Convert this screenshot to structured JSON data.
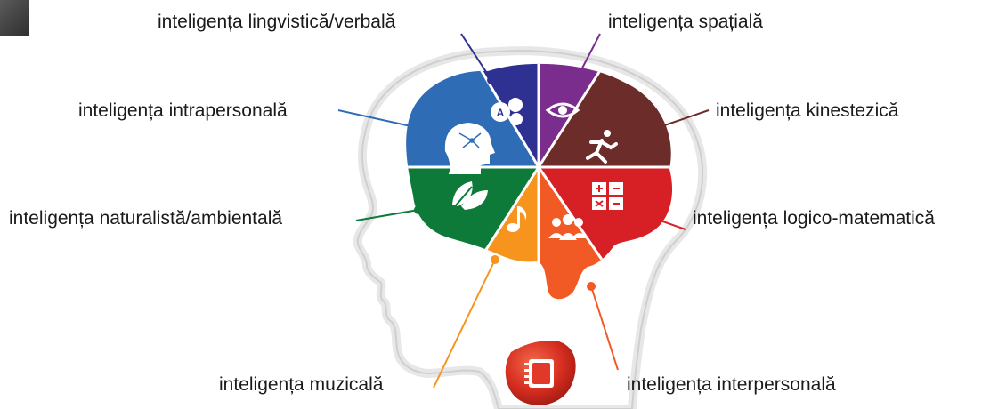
{
  "labels": {
    "lingvistica": "inteligența lingvistică/verbală",
    "spatiala": "inteligența spațială",
    "intrapersonala": "inteligența intrapersonală",
    "kinestezica": "inteligența kinestezică",
    "naturalista": "inteligența naturalistă/ambientală",
    "logico": "inteligența logico-matematică",
    "muzicala": "inteligența muzicală",
    "interpersonala": "inteligența interpersonală"
  },
  "colors": {
    "lingvistica": "#2e3192",
    "spatiala": "#7b2d8e",
    "kinestezica": "#6b2c2a",
    "logico": "#d71f26",
    "interpersonala": "#f15a24",
    "muzicala": "#f7941d",
    "naturalista": "#0d7a3a",
    "intrapersonala": "#2e6db5"
  },
  "icons": {
    "lingvistica": "speech-bubbles-icon",
    "spatiala": "eye-icon",
    "kinestezica": "running-person-icon",
    "logico": "calculator-icon",
    "interpersonala": "people-group-icon",
    "muzicala": "music-note-icon",
    "naturalista": "leaf-icon",
    "intrapersonala": "head-brain-icon",
    "badge": "notebook-icon"
  }
}
